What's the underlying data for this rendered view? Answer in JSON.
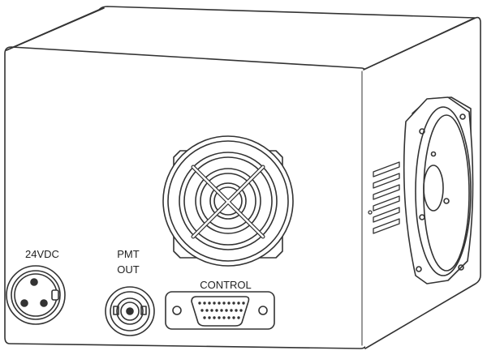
{
  "labels": {
    "power": "24VDC",
    "pmt_line1": "PMT",
    "pmt_line2": "OUT",
    "control": "CONTROL"
  },
  "colors": {
    "stroke": "#333333",
    "face": "#ffffff"
  }
}
